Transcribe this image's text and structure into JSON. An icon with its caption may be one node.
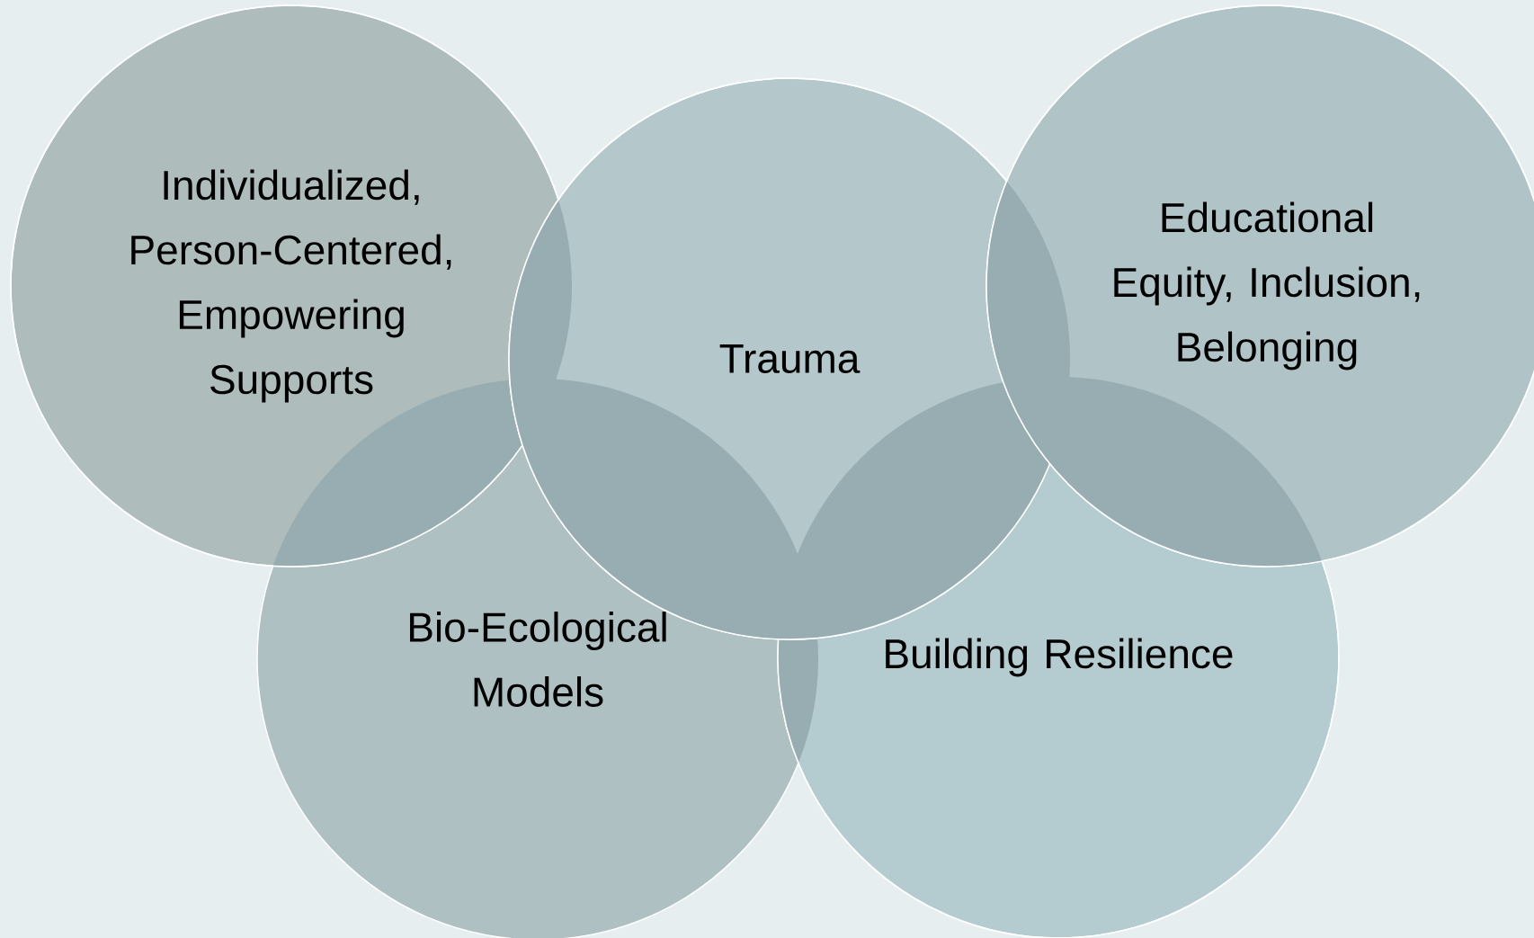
{
  "diagram": {
    "nodes": [
      {
        "text": [
          "Individualized, Person-Centered, Empowering Supports"
        ]
      },
      {
        "text": [
          "Trauma"
        ]
      },
      {
        "text": [
          "Educational Equity, Inclusion, Belonging"
        ]
      },
      {
        "text": [
          "Bio-Ecological Models"
        ]
      },
      {
        "text": [
          "Building Resilience"
        ]
      }
    ]
  }
}
